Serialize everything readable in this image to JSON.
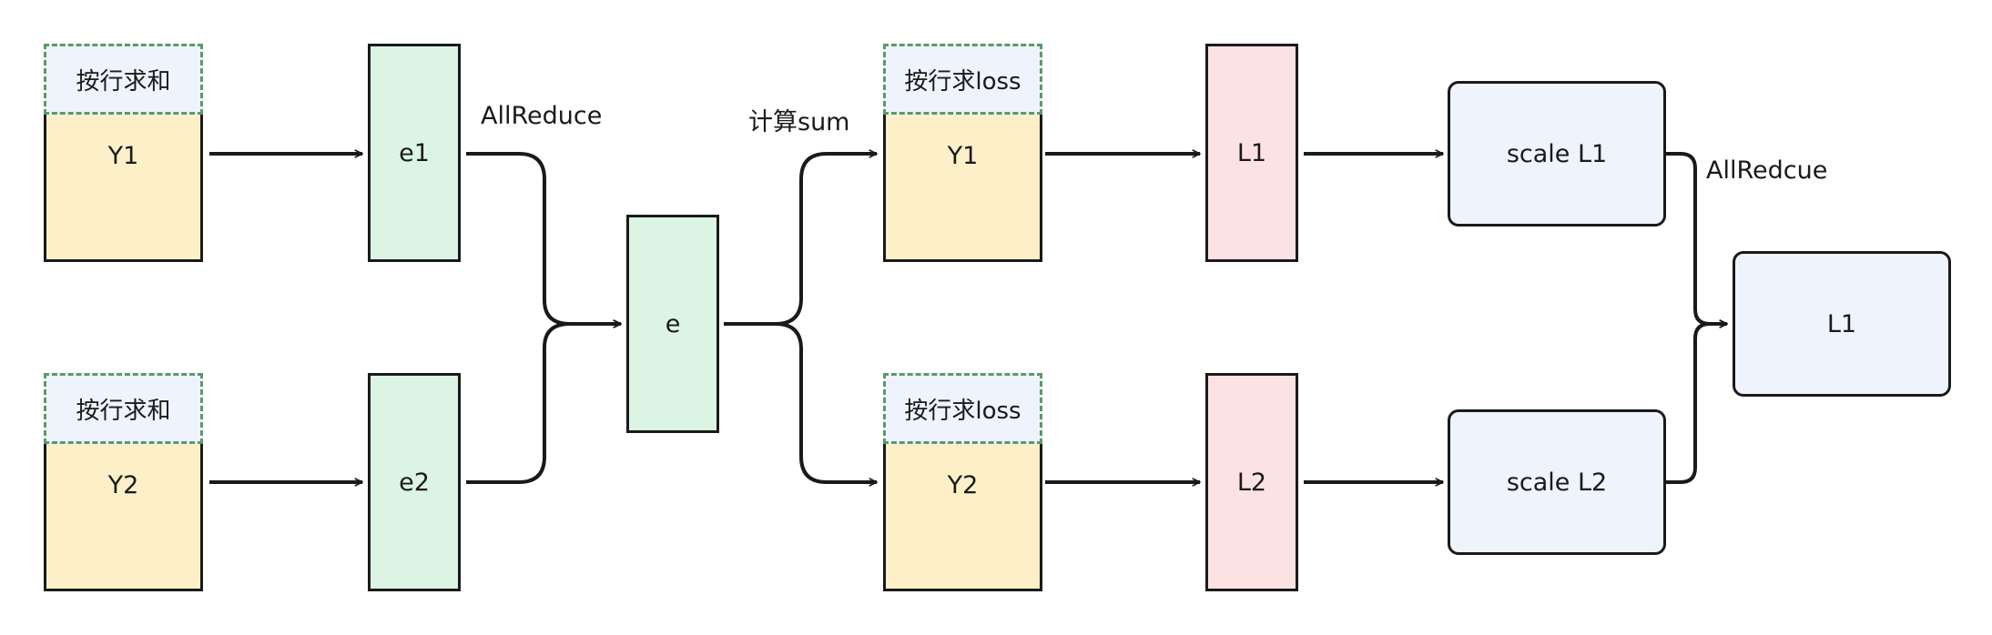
{
  "col1": {
    "top": {
      "header": "按行求和",
      "body": "Y1"
    },
    "bottom": {
      "header": "按行求和",
      "body": "Y2"
    }
  },
  "col2": {
    "top": "e1",
    "bottom": "e2"
  },
  "merge_label": "AllReduce",
  "center": "e",
  "split_label": "计算sum",
  "col4": {
    "top": {
      "header": "按行求loss",
      "body": "Y1"
    },
    "bottom": {
      "header": "按行求loss",
      "body": "Y2"
    }
  },
  "col5": {
    "top": "L1",
    "bottom": "L2"
  },
  "col6": {
    "top": "scale L1",
    "bottom": "scale L2"
  },
  "final_label": "AllRedcue",
  "final": "L1",
  "colors": {
    "yellow": "#fdf0c8",
    "green": "#dcf4e4",
    "pink": "#fde2e4",
    "blue": "#eef3fc",
    "dashed_border": "#5a9a68"
  }
}
